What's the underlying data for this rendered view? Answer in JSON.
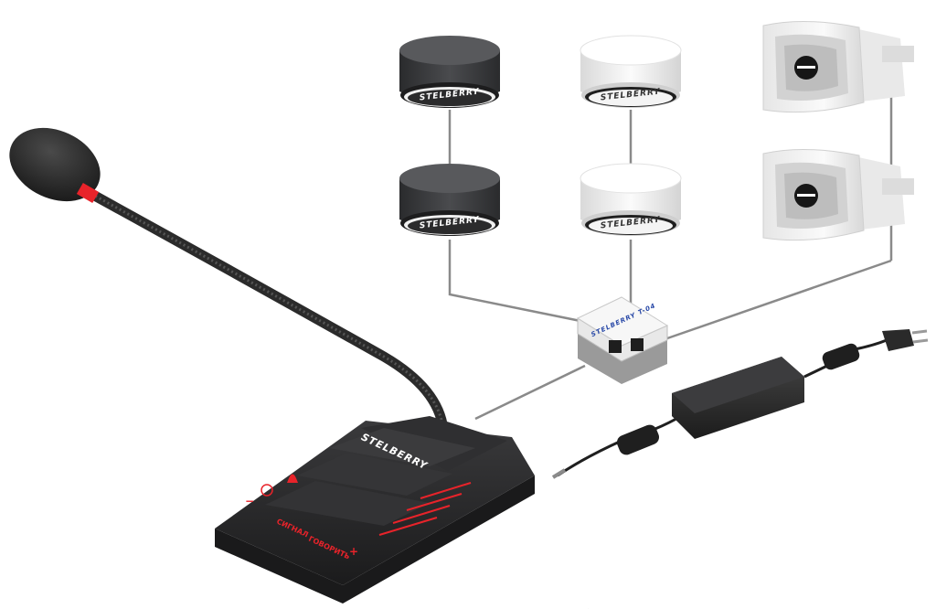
{
  "brand": "STELBERRY",
  "junction_label": "STELBERRY\nT-04",
  "console": {
    "signal_label": "СИГНАЛ",
    "talk_label": "ГОВОРИТЬ",
    "minus_label": "−",
    "plus_label": "+"
  },
  "colors": {
    "accent_red": "#e8232a",
    "dark_speaker": "#3d3e40",
    "white_speaker": "#f2f2f2",
    "cable": "#8a8a8a"
  }
}
